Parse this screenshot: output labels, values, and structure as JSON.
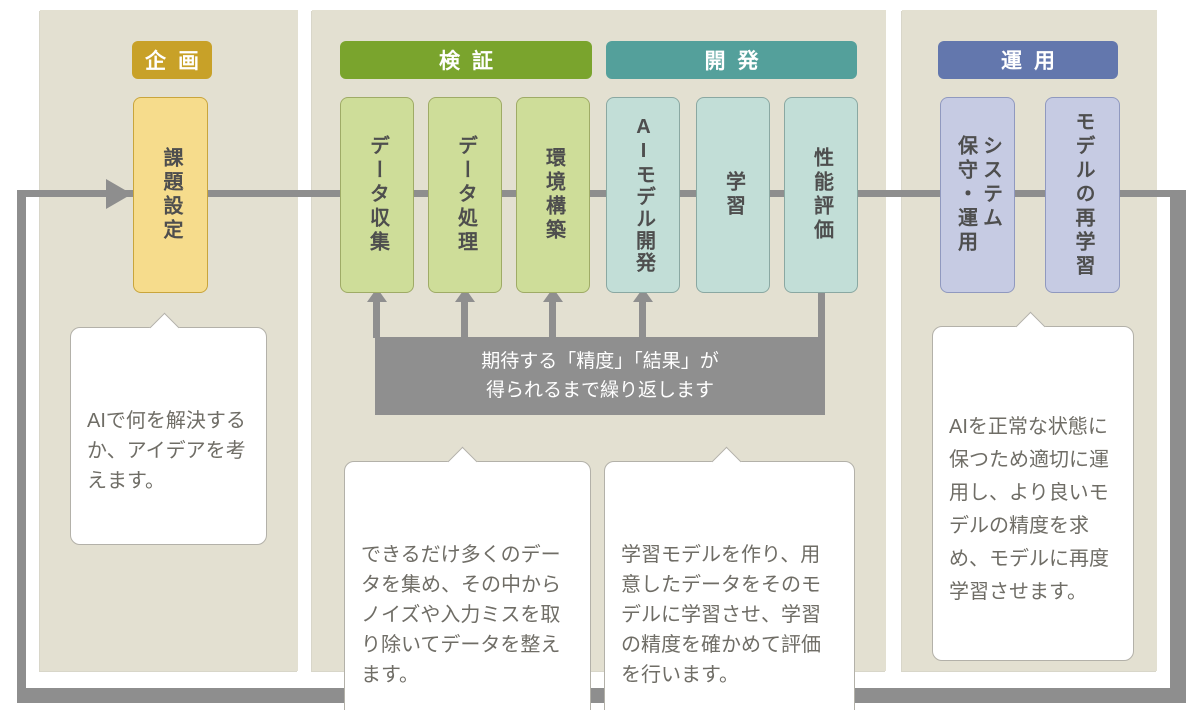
{
  "diagram": {
    "title_implicit": "AI開発フロー",
    "phases": [
      {
        "label": "企画",
        "steps": [
          {
            "label": "課題設定"
          }
        ]
      },
      {
        "label": "検証",
        "steps": [
          {
            "label": "データ収集"
          },
          {
            "label": "データ処理"
          },
          {
            "label": "環境構築"
          }
        ]
      },
      {
        "label": "開発",
        "steps": [
          {
            "label": "AIモデル開発"
          },
          {
            "label": "学習"
          },
          {
            "label": "性能評価"
          }
        ]
      },
      {
        "label": "運用",
        "steps": [
          {
            "label": "システム\n保守・運用"
          },
          {
            "label": "モデルの再学習"
          }
        ]
      }
    ],
    "feedback_note": "期待する「精度」「結果」が\n得られるまで繰り返します",
    "callouts": [
      {
        "target": "課題設定",
        "text": "AIで何を解決する\nか、アイデアを考\nえます。"
      },
      {
        "target": "検証",
        "text": "できるだけ多くのデー\nタを集め、その中から\nノイズや入力ミスを取\nり除いてデータを整え\nます。"
      },
      {
        "target": "開発",
        "text": "学習モデルを作り、用\n意したデータをそのモ\nデルに学習させ、学習\nの精度を確かめて評価\nを行います。"
      },
      {
        "target": "運用",
        "text": "AIを正常な状態に\n保つため適切に運\n用し、より良いモ\nデルの精度を求\nめ、モデルに再度\n学習させます。"
      }
    ],
    "colors": {
      "phase_planning": "#c8a128",
      "phase_verification": "#7aa42d",
      "phase_development": "#54a09b",
      "phase_operation": "#6377ad",
      "box_planning": "#f6dc8c",
      "box_verification": "#cedd99",
      "box_development": "#c2ded7",
      "box_operation": "#c6cbe3",
      "panel_background": "#e3e0d1",
      "flow_line_gray": "#8e8e8e",
      "feedback_box_gray": "#8f8f8f"
    }
  }
}
